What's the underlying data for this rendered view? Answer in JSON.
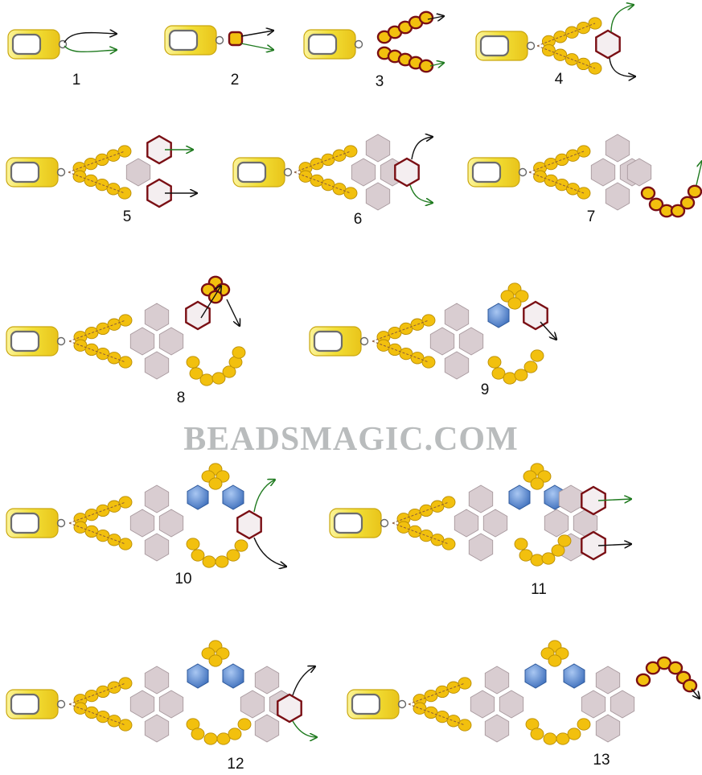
{
  "watermark": "BEADSMAGIC.COM",
  "steps": [
    "1",
    "2",
    "3",
    "4",
    "5",
    "6",
    "7",
    "8",
    "9",
    "10",
    "11",
    "12",
    "13"
  ],
  "colors": {
    "seed_bead": "#f2c00e",
    "seed_bead_outline": "#b98d05",
    "hex_bead": "#d9cdd1",
    "hex_bead_outline": "#a8999e",
    "blue_bead": "#4f82cd",
    "highlight_outline": "#7a0f14",
    "thread_arrow_black": "#111111",
    "thread_arrow_green": "#1f7a1f",
    "clasp": "#f1dd3c",
    "thread_dash": "#8a5a3a"
  },
  "icons": [
    "clasp-icon",
    "seed-bead-icon",
    "hex-bead-icon",
    "blue-bead-icon",
    "thread-arrow-icon"
  ]
}
